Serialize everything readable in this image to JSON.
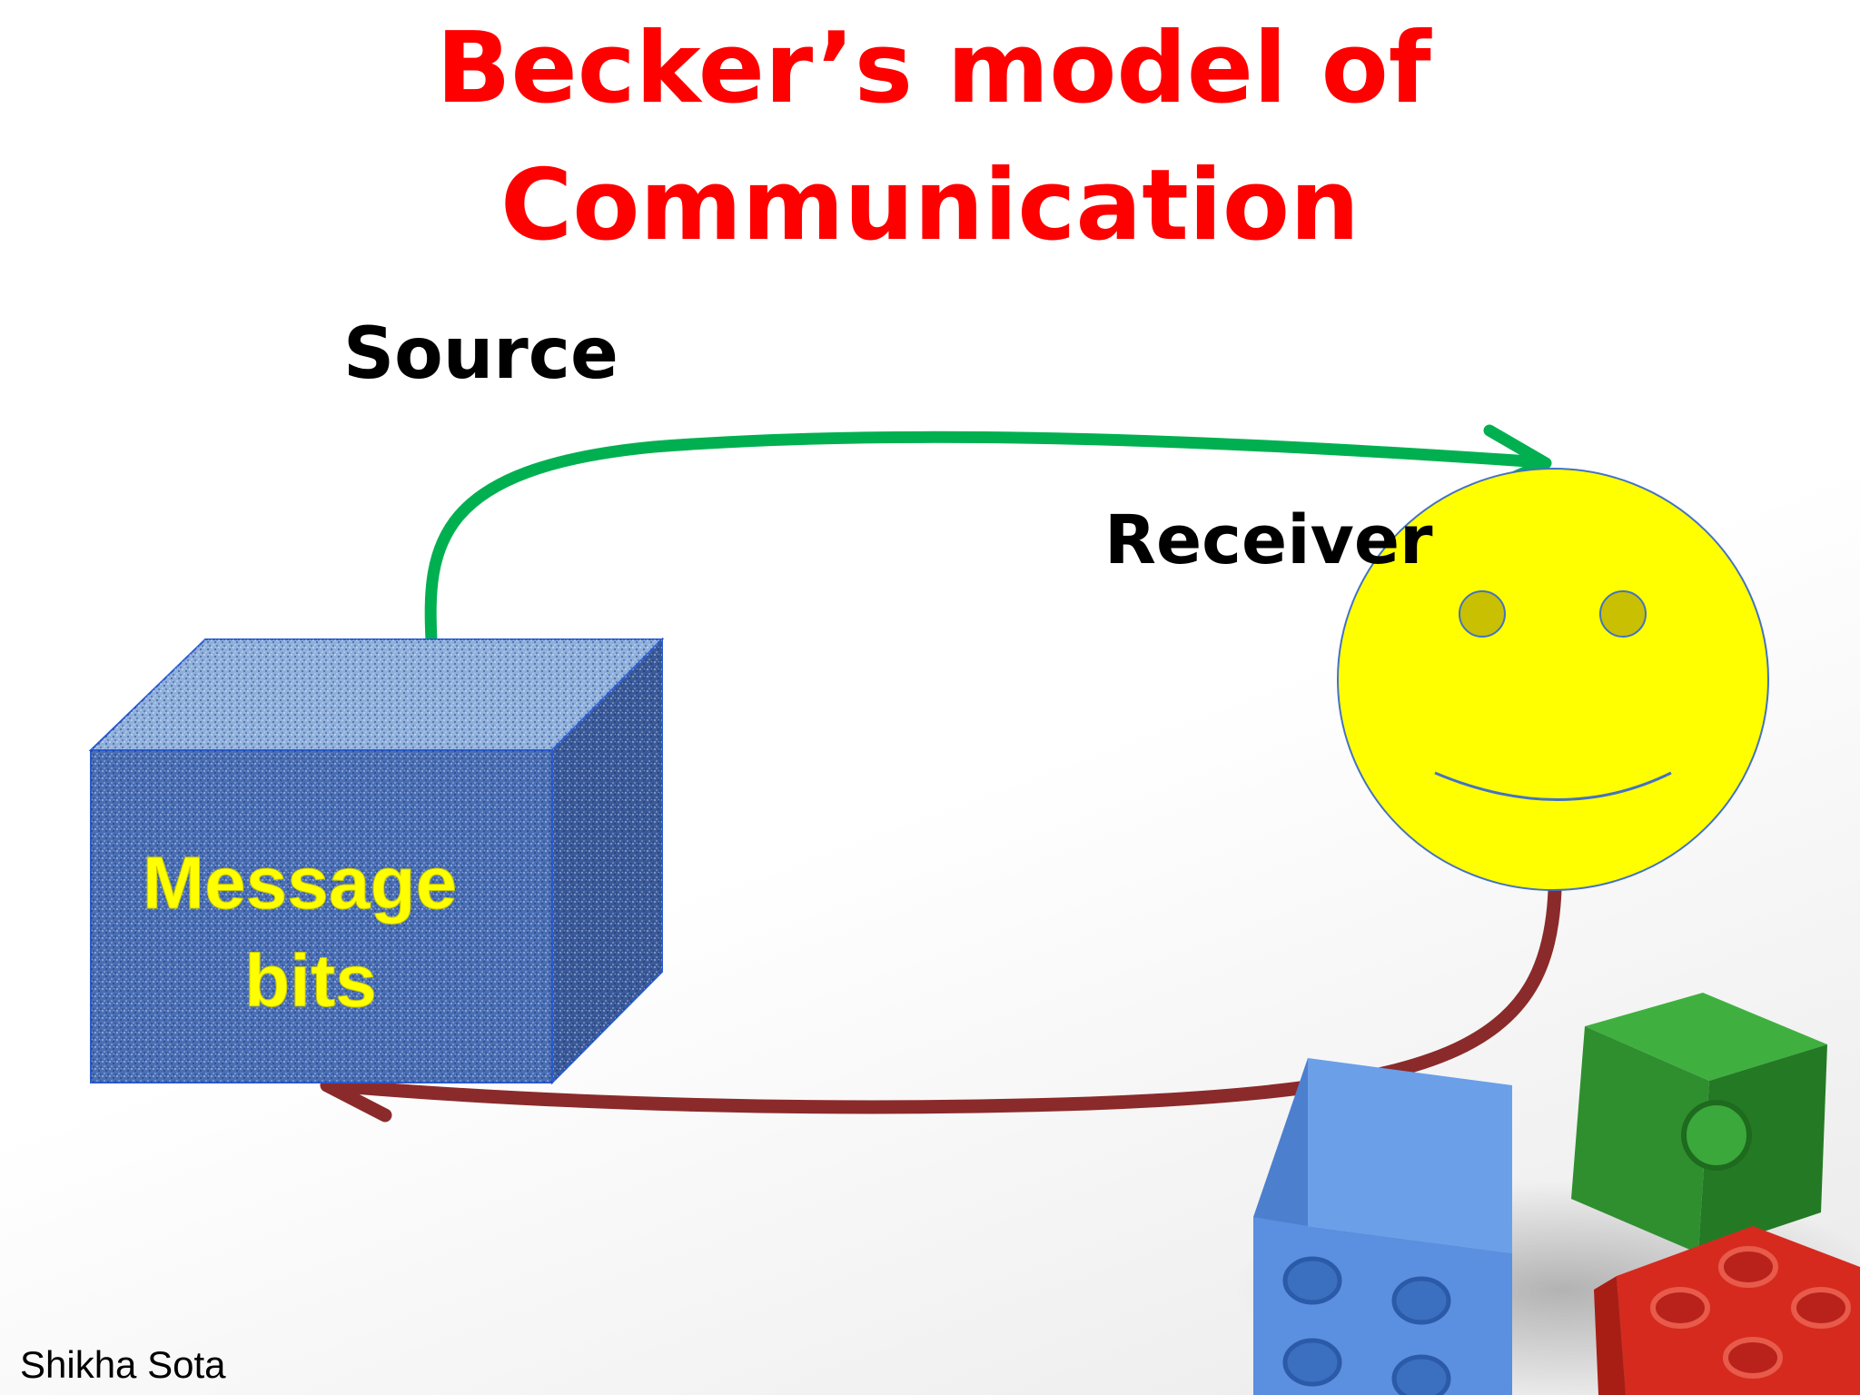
{
  "title": {
    "line1": "Becker’s model of",
    "line2": "Communication"
  },
  "labels": {
    "source": "Source",
    "receiver": "Receiver",
    "message_line1": "Message",
    "message_line2": "bits"
  },
  "footer": {
    "author": "Shikha Sota"
  },
  "icons": {
    "message-box": "blue-textured-cube",
    "receiver": "smiley-face",
    "decoration": "toy-building-blocks"
  },
  "colors": {
    "title": "#ff0000",
    "label_text": "#000000",
    "message_text": "#ffff00",
    "cube_front": "#4a6fb5",
    "cube_top": "#8fb0dc",
    "cube_side": "#3a5a9a",
    "smiley_face": "#ffff00",
    "smiley_eyes": "#c8c000",
    "arrow_forward": "#00b050",
    "arrow_feedback": "#8b2a2a",
    "block_blue": "#5b8fdf",
    "block_green": "#2f9b2f",
    "block_red": "#d62a1f"
  }
}
